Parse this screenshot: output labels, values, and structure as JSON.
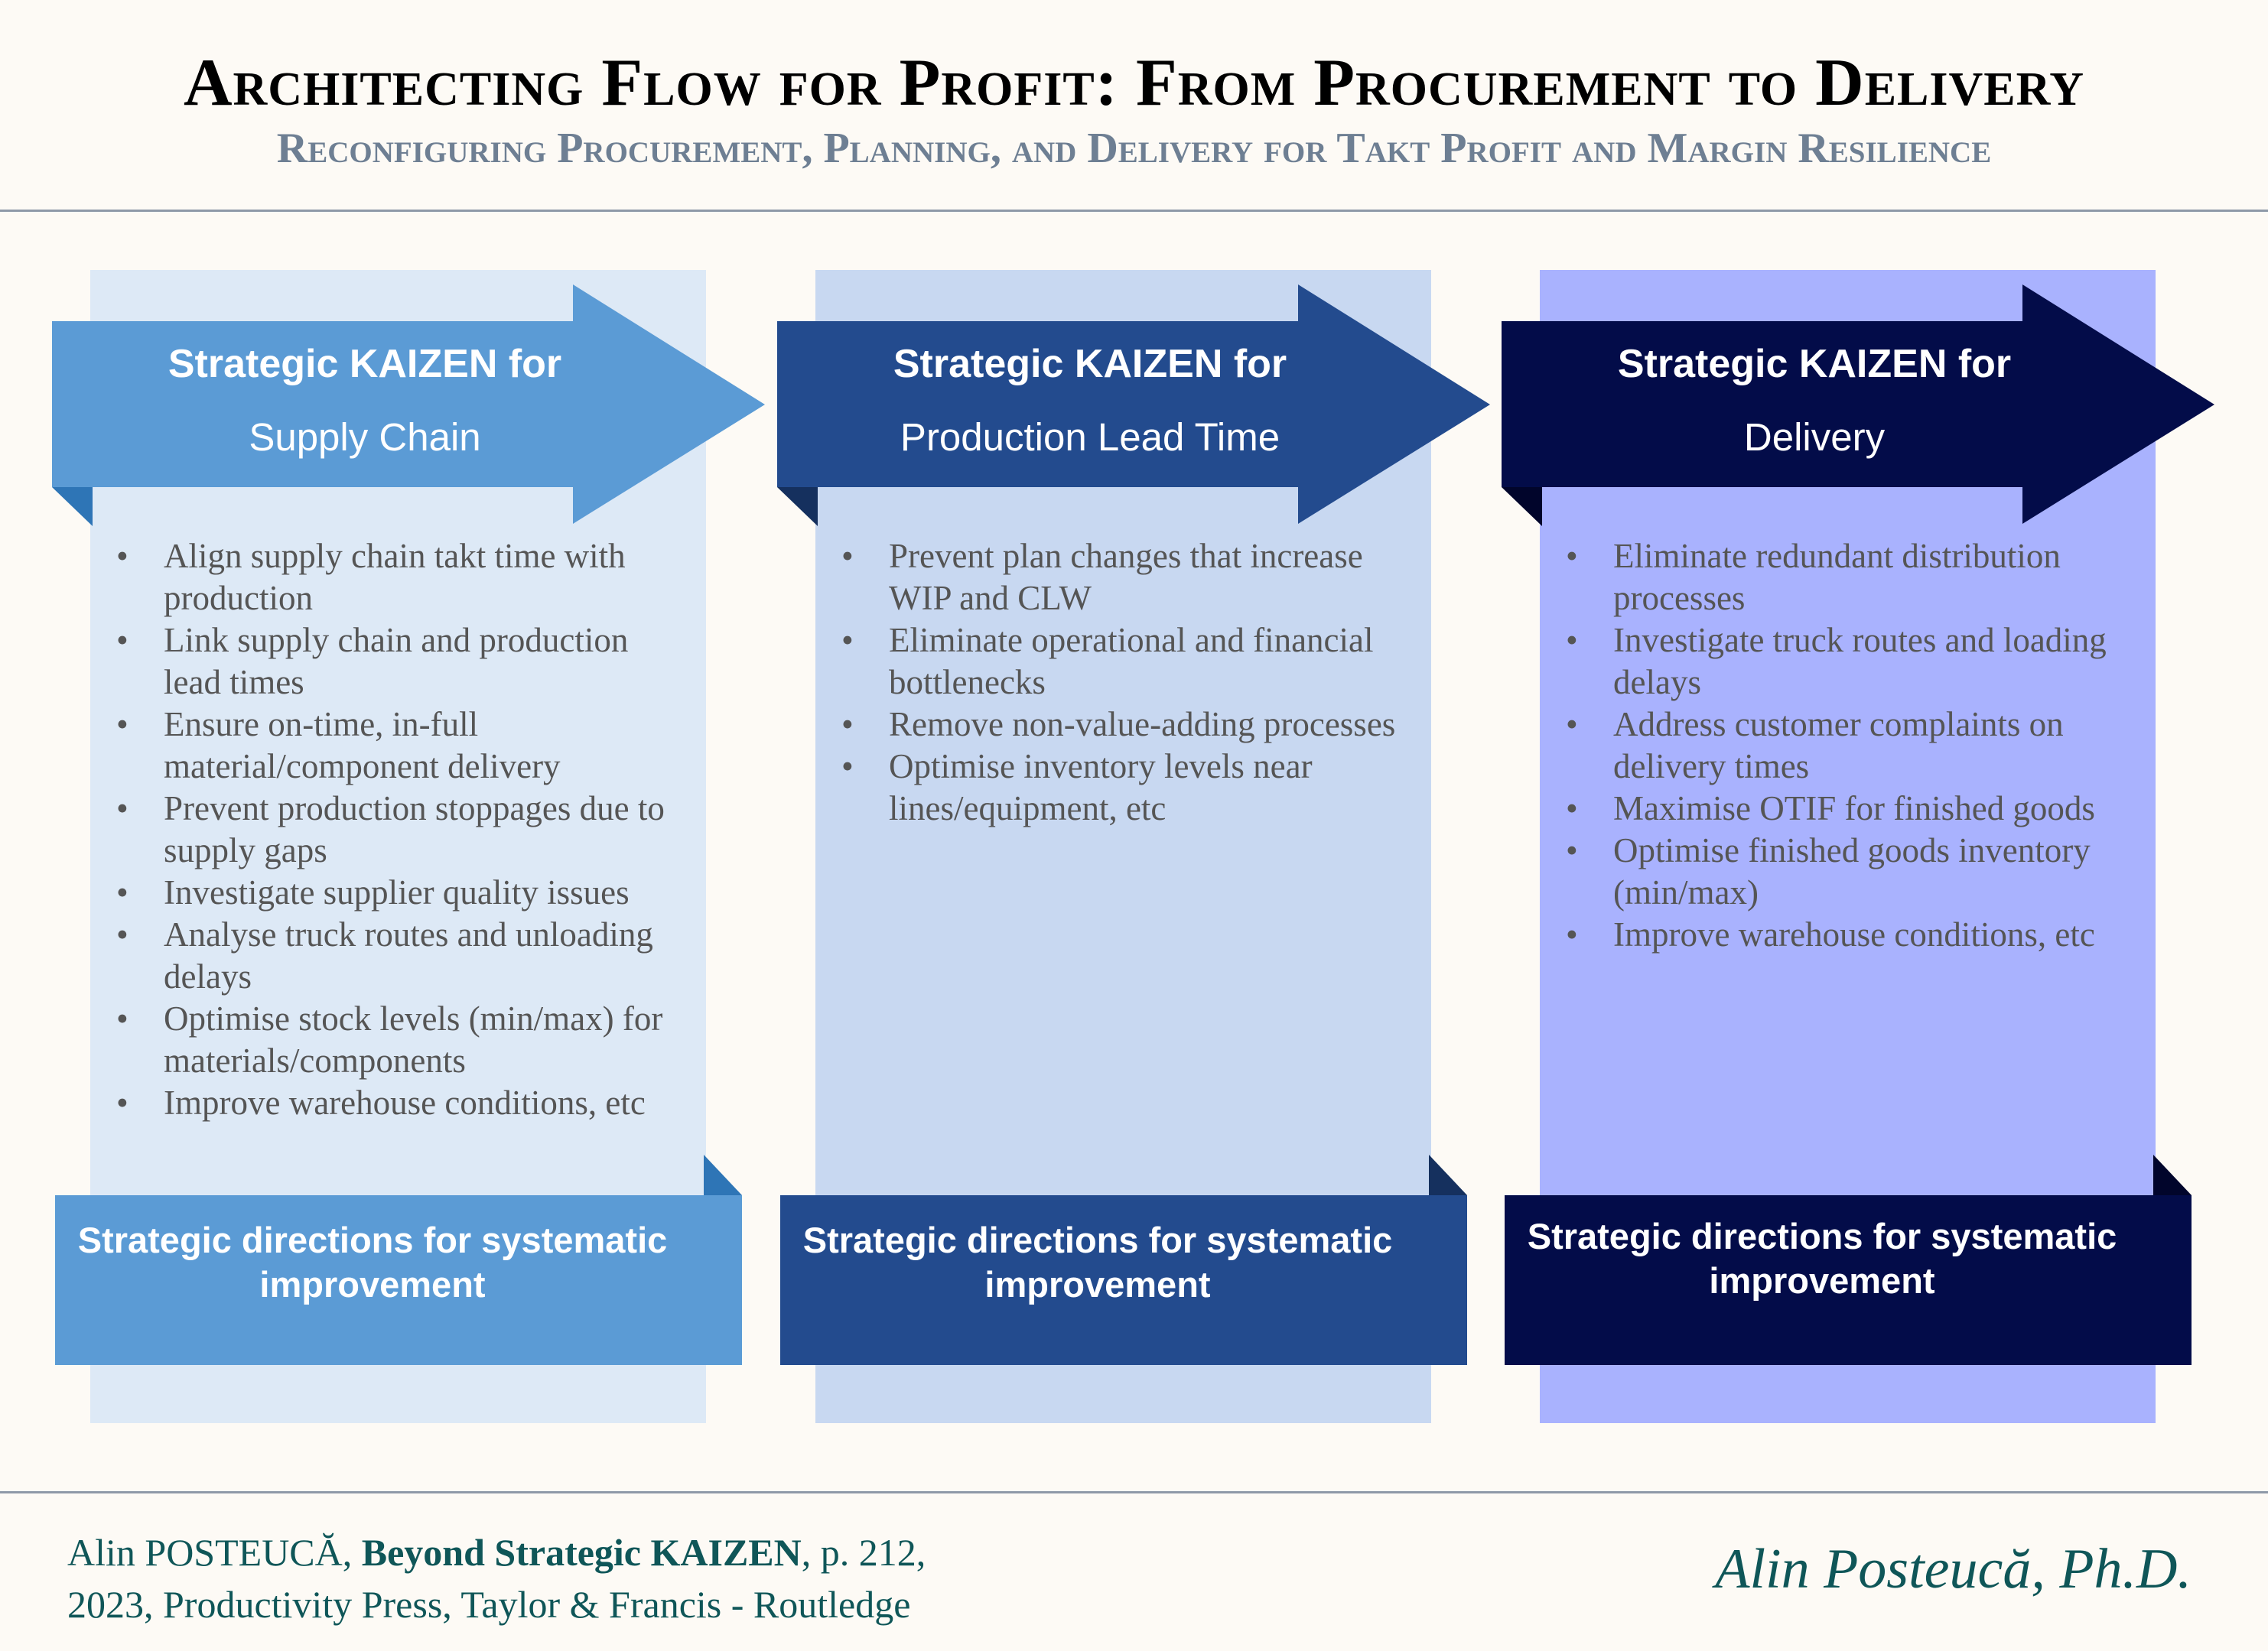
{
  "header": {
    "title": "Architecting Flow for Profit: From Procurement to Delivery",
    "subtitle": "Reconfiguring Procurement, Planning, and Delivery for Takt Profit and Margin Resilience"
  },
  "columns": [
    {
      "arrow_line1": "Strategic KAIZEN for",
      "arrow_line2": "Supply Chain",
      "panel_color": "#dde9f6",
      "accent_color": "#5b9bd5",
      "fold_color": "#2e75b6",
      "bullets": [
        "Align supply chain takt time with production",
        "Link supply chain and production lead times",
        "Ensure on-time, in-full material/component delivery",
        "Prevent production stoppages due to supply gaps",
        "Investigate supplier quality issues",
        "Analyse truck routes and unloading delays",
        "Optimise stock levels (min/max) for materials/components",
        "Improve warehouse conditions, etc"
      ],
      "bottom_label": "Strategic directions for systematic improvement"
    },
    {
      "arrow_line1": "Strategic KAIZEN for",
      "arrow_line2": "Production Lead Time",
      "panel_color": "#c8d8f1",
      "accent_color": "#234b8e",
      "fold_color": "#15305e",
      "bullets": [
        "Prevent plan changes that increase WIP and CLW",
        "Eliminate operational and financial bottlenecks",
        "Remove non-value-adding processes",
        "Optimise inventory levels near lines/equipment, etc"
      ],
      "bottom_label": "Strategic directions for systematic improvement"
    },
    {
      "arrow_line1": "Strategic KAIZEN for",
      "arrow_line2": "Delivery",
      "panel_color": "#a9b2fe",
      "accent_color": "#030c49",
      "fold_color": "#01052b",
      "bullets": [
        "Eliminate redundant distribution processes",
        "Investigate truck routes and loading delays",
        "Address customer complaints on delivery times",
        "Maximise OTIF for finished goods",
        "Optimise finished goods inventory (min/max)",
        "Improve warehouse conditions, etc"
      ],
      "bottom_label": "Strategic directions for systematic improvement"
    }
  ],
  "footer": {
    "author": "Alin POSTEUCĂ, ",
    "book": "Beyond Strategic KAIZEN",
    "page": ", p. 212,",
    "publisher": "2023, Productivity Press, Taylor &  Francis - Routledge",
    "signature": "Alin Posteucă, Ph.D."
  }
}
